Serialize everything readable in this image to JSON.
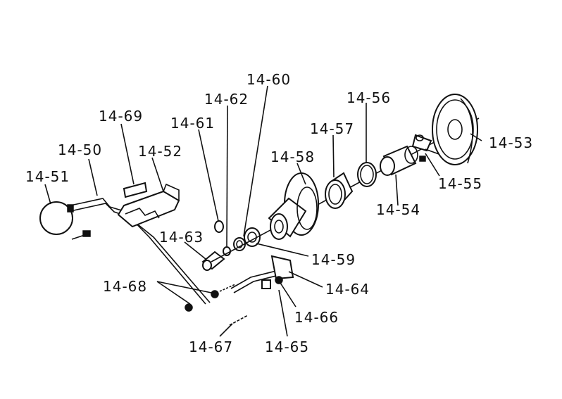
{
  "labels": {
    "l1450": "14-50",
    "l1451": "14-51",
    "l1452": "14-52",
    "l1453": "14-53",
    "l1454": "14-54",
    "l1455": "14-55",
    "l1456": "14-56",
    "l1457": "14-57",
    "l1458": "14-58",
    "l1459": "14-59",
    "l1460": "14-60",
    "l1461": "14-61",
    "l1462": "14-62",
    "l1463": "14-63",
    "l1464": "14-64",
    "l1465": "14-65",
    "l1466": "14-66",
    "l1467": "14-67",
    "l1468": "14-68",
    "l1469": "14-69"
  }
}
